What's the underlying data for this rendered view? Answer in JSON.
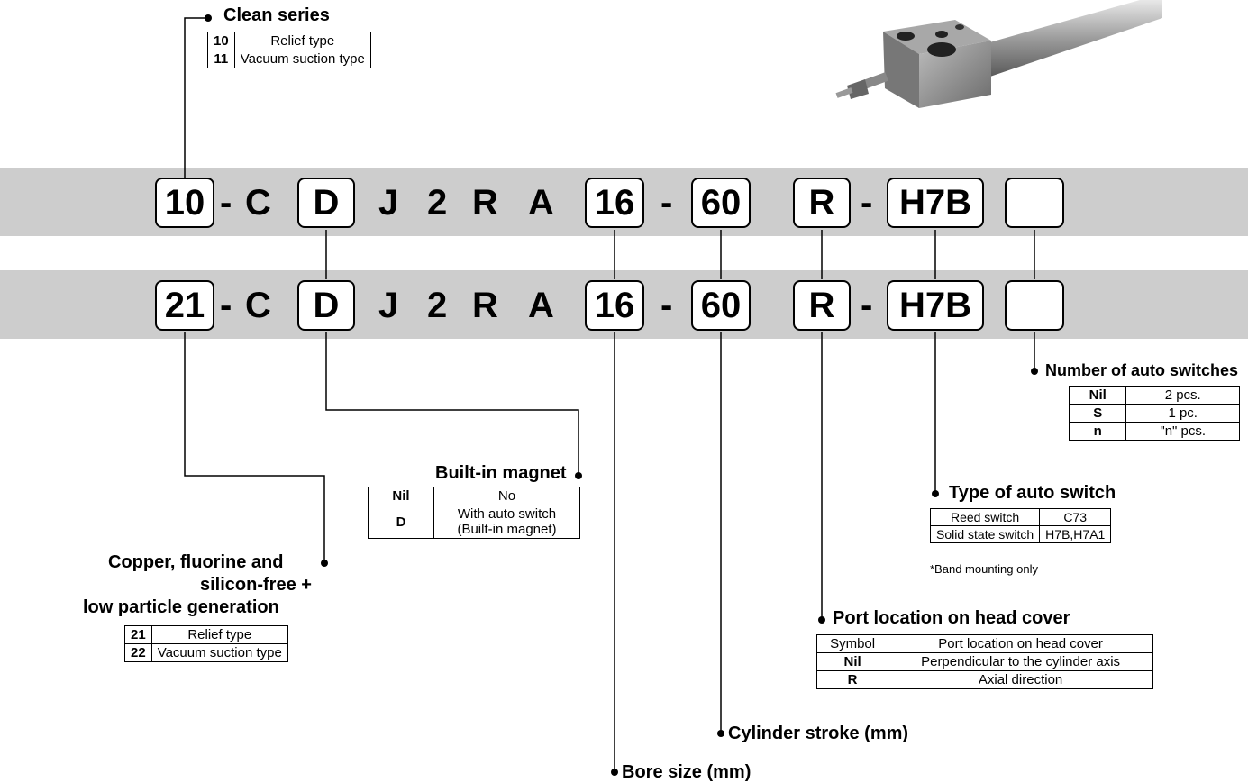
{
  "row1": {
    "prefix": "10",
    "c": "C",
    "d": "D",
    "j": "J",
    "two": "2",
    "r": "R",
    "a": "A",
    "bore": "16",
    "stroke": "60",
    "port": "R",
    "switch": "H7B",
    "dash": "-"
  },
  "row2": {
    "prefix": "21",
    "c": "C",
    "d": "D",
    "j": "J",
    "two": "2",
    "r": "R",
    "a": "A",
    "bore": "16",
    "stroke": "60",
    "port": "R",
    "switch": "H7B",
    "dash": "-"
  },
  "clean_series": {
    "title": "Clean series",
    "rows": [
      {
        "code": "10",
        "desc": "Relief type"
      },
      {
        "code": "11",
        "desc": "Vacuum suction type"
      }
    ]
  },
  "copper": {
    "title1": "Copper, fluorine and",
    "title2": "silicon-free +",
    "title3": "low particle generation",
    "rows": [
      {
        "code": "21",
        "desc": "Relief type"
      },
      {
        "code": "22",
        "desc": "Vacuum suction type"
      }
    ]
  },
  "magnet": {
    "title": "Built-in magnet",
    "rows": [
      {
        "code": "Nil",
        "desc": "No"
      },
      {
        "code": "D",
        "desc1": "With auto switch",
        "desc2": "(Built-in magnet)"
      }
    ]
  },
  "bore": {
    "title": "Bore size (mm)"
  },
  "stroke": {
    "title": "Cylinder stroke (mm)"
  },
  "port": {
    "title": "Port location on head cover",
    "header": [
      "Symbol",
      "Port location on head cover"
    ],
    "rows": [
      {
        "code": "Nil",
        "desc": "Perpendicular to the cylinder axis"
      },
      {
        "code": "R",
        "desc": "Axial direction"
      }
    ]
  },
  "switch_type": {
    "title": "Type of auto switch",
    "rows": [
      {
        "name": "Reed switch",
        "models": "C73"
      },
      {
        "name": "Solid state switch",
        "models": "H7B,H7A1"
      }
    ],
    "note": "*Band mounting only"
  },
  "num_switches": {
    "title": "Number of auto switches",
    "rows": [
      {
        "code": "Nil",
        "desc": "2 pcs."
      },
      {
        "code": "S",
        "desc": "1 pc."
      },
      {
        "code": "n",
        "desc": "\"n\" pcs."
      }
    ]
  },
  "photo": {
    "icon": "cylinder-product-photo"
  }
}
